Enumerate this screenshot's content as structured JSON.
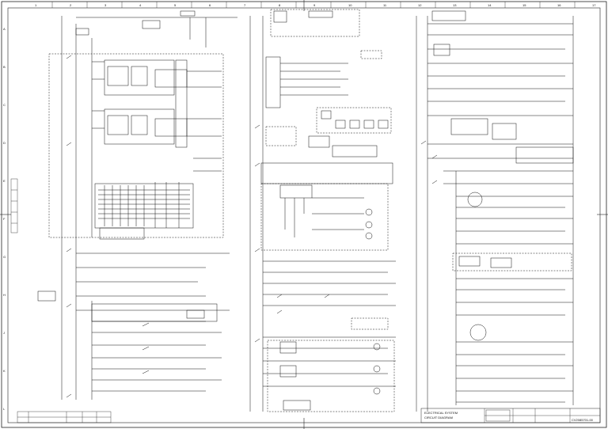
{
  "sheet": {
    "column_numbers": [
      "1",
      "2",
      "3",
      "4",
      "5",
      "6",
      "7",
      "8",
      "9",
      "10",
      "11",
      "12",
      "13",
      "14",
      "15",
      "16",
      "17"
    ],
    "row_letters": [
      "A",
      "B",
      "C",
      "D",
      "E",
      "F",
      "G",
      "H",
      "J",
      "K",
      "L"
    ],
    "title_block": {
      "system_line1": "ELECTRICAL SYSTEM",
      "system_line2": "CIRCUIT DIAGRAM",
      "drawing_number": "CV2085701-00"
    }
  }
}
